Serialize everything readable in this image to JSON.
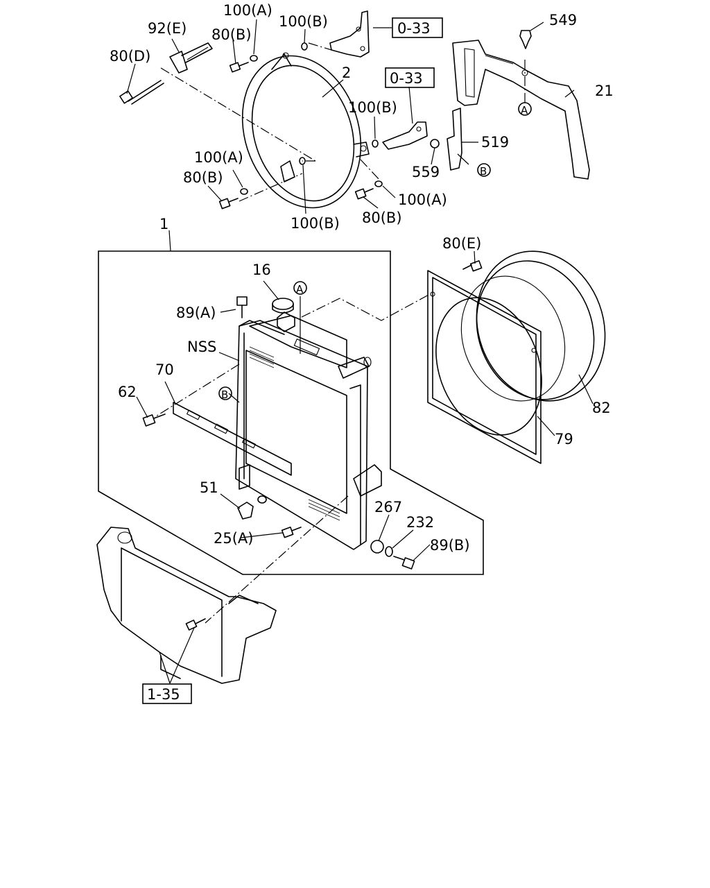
{
  "callouts": {
    "c1": "1",
    "c2": "2",
    "c16": "16",
    "c21": "21",
    "c25a": "25(A)",
    "c51": "51",
    "c62": "62",
    "c70": "70",
    "c79": "79",
    "c80b_top": "80(B)",
    "c80b_left": "80(B)",
    "c80b_bottom": "80(B)",
    "c80d": "80(D)",
    "c80e": "80(E)",
    "c82": "82",
    "c89a": "89(A)",
    "c89b": "89(B)",
    "c92e": "92(E)",
    "c100a_top": "100(A)",
    "c100b_top": "100(B)",
    "c100b_mid": "100(B)",
    "c100a_left": "100(A)",
    "c100b_bottom": "100(B)",
    "c100a_right": "100(A)",
    "c232": "232",
    "c267": "267",
    "c519": "519",
    "c549": "549",
    "c559": "559",
    "nss": "NSS"
  },
  "refs": {
    "ref_033_top": "0-33",
    "ref_033_mid": "0-33",
    "ref_135": "1-35"
  },
  "markers": {
    "a_bracket": "A",
    "a_radiator": "A",
    "b_bracket": "B",
    "b_radiator": "B"
  }
}
